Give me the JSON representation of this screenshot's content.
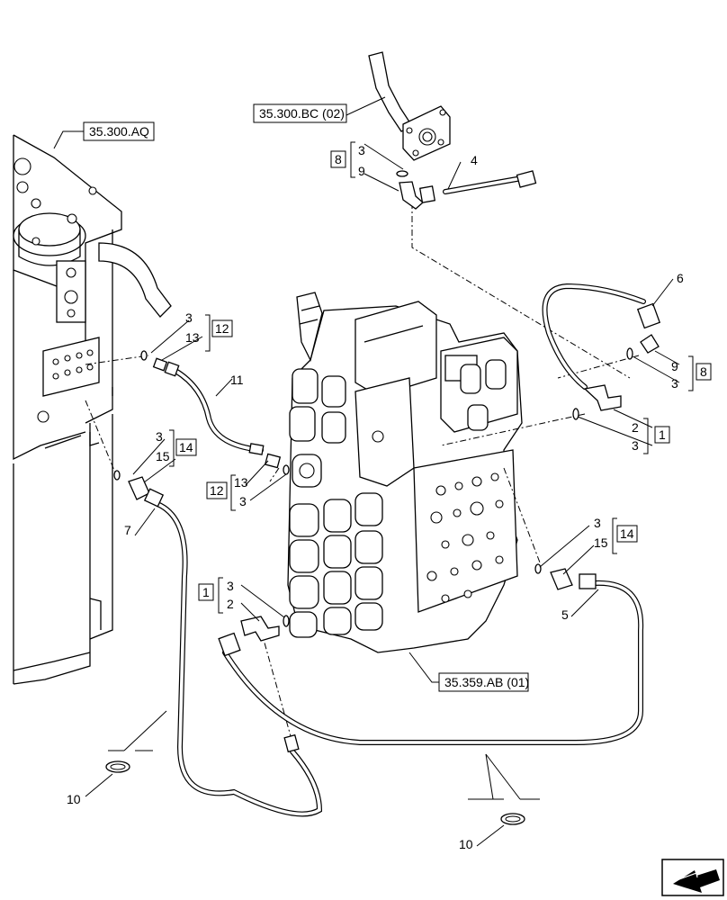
{
  "references": {
    "ref_bc": "35.300.BC (02)",
    "ref_aq": "35.300.AQ",
    "ref_ab": "35.359.AB (01)"
  },
  "part_numbers": {
    "p3a": "3",
    "p9a": "9",
    "p4": "4",
    "p6": "6",
    "p9b": "9",
    "p3b": "3",
    "p2a": "2",
    "p3c": "3",
    "p3d": "3",
    "p13a": "13",
    "p11": "11",
    "p3e": "3",
    "p15a": "15",
    "p7": "7",
    "p13b": "13",
    "p3f": "3",
    "p3g": "3",
    "p15b": "15",
    "p5": "5",
    "p3h": "3",
    "p2b": "2",
    "p10a": "10",
    "p10b": "10"
  },
  "kit_boxes": {
    "k8a": "8",
    "k8b": "8",
    "k1a": "1",
    "k1b": "1",
    "k12a": "12",
    "k12b": "12",
    "k14a": "14",
    "k14b": "14"
  },
  "nav_icon": "arrow-back-icon"
}
